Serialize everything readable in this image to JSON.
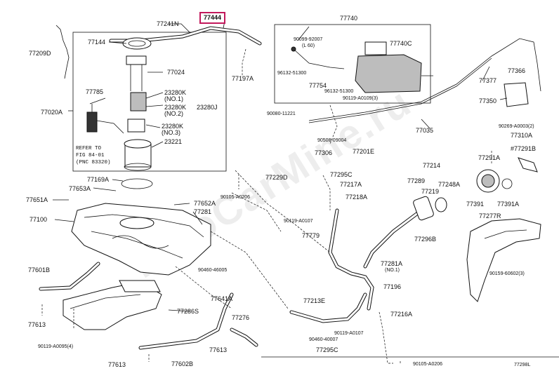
{
  "watermark": "ToyoCarMine.ru",
  "diagram_code": "77298L",
  "highlight_label": "77444",
  "labels": {
    "p77444": "77444",
    "p77241N": "77241N",
    "p77144": "77144",
    "p77209D": "77209D",
    "p77024": "77024",
    "p77785": "77785",
    "p23280K_1": "23280K",
    "p23280K_1n": "(NO.1)",
    "p23280K_2": "23280K",
    "p23280K_2n": "(NO.2)",
    "p23280J": "23280J",
    "p23280K_3": "23280K",
    "p23280K_3n": "(NO.3)",
    "p23221": "23221",
    "p77020A": "77020A",
    "refer1": "REFER TO",
    "refer2": "FIG 84-01",
    "refer3": "(PNC 83320)",
    "p77197A": "77197A",
    "p77740": "77740",
    "p90099a": "90099-92007",
    "p90099b": "(L 60)",
    "p77740C": "77740C",
    "p96132a": "96132-51300",
    "p77754": "77754",
    "p96132b": "96132-51300",
    "p90119a": "90119-A0109(3)",
    "p90080": "90080-11221",
    "p90508": "90508-09004",
    "p77306": "77306",
    "p77201E": "77201E",
    "p77035": "77035",
    "p77377": "77377",
    "p77366": "77366",
    "p77350": "77350",
    "p90269": "90269-A0003(2)",
    "p77310A": "77310A",
    "p77291B": "#77291B",
    "p77291A": "77291A",
    "p77229D": "77229D",
    "p77295C_a": "77295C",
    "p77217A": "77217A",
    "p77218A": "77218A",
    "p77214": "77214",
    "p77289": "77289",
    "p77248A": "77248A",
    "p77219": "77219",
    "p77391": "77391",
    "p77391A": "77391A",
    "p77169A": "77169A",
    "p77653A": "77653A",
    "p77651A": "77651A",
    "p77100": "77100",
    "p90105a": "90105-A0206",
    "p77652A": "77652A",
    "p77281": "77281",
    "p90119b": "90119-A0107",
    "p77779": "77779",
    "p77296B": "77296B",
    "p77277R": "77277R",
    "p77601B": "77601B",
    "p77281a": "77281A",
    "p77281an": "(NO.1)",
    "p90460a": "90460-46005",
    "p77196": "77196",
    "p90159": "90159-60602(3)",
    "p77641A": "77641A",
    "p77286S": "77286S",
    "p77213E": "77213E",
    "p77216A": "77216A",
    "p77613a": "77613",
    "p77276": "77276",
    "p90119c": "90119-A0107",
    "p90460b": "90460-40007",
    "p90119d": "90119-A0095(4)",
    "p77613b": "77613",
    "p77295C_b": "77295C",
    "p77613c": "77613",
    "p77602B": "77602B",
    "p90105b": "90105-A0206"
  }
}
